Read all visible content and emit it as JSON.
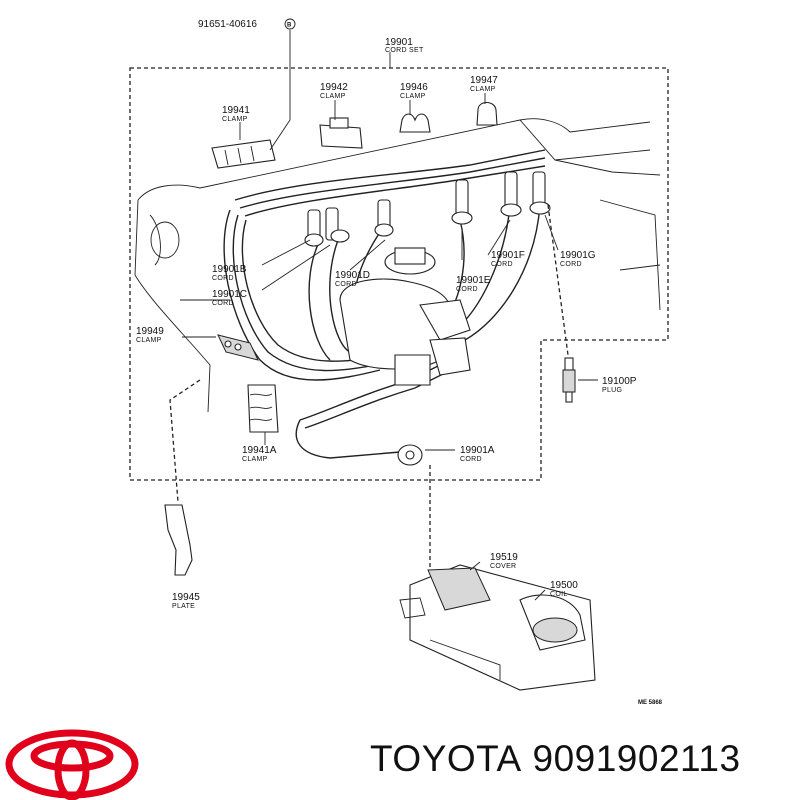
{
  "diagram": {
    "parts": [
      {
        "number": "91651-40616",
        "name": ""
      },
      {
        "number": "19901",
        "name": "CORD SET"
      },
      {
        "number": "19942",
        "name": "CLAMP"
      },
      {
        "number": "19946",
        "name": "CLAMP"
      },
      {
        "number": "19947",
        "name": "CLAMP"
      },
      {
        "number": "19941",
        "name": "CLAMP"
      },
      {
        "number": "19901B",
        "name": "CORD"
      },
      {
        "number": "19901C",
        "name": "CORD"
      },
      {
        "number": "19901D",
        "name": "CORD"
      },
      {
        "number": "19901E",
        "name": "CORD"
      },
      {
        "number": "19901F",
        "name": "CORD"
      },
      {
        "number": "19901G",
        "name": "CORD"
      },
      {
        "number": "19949",
        "name": "CLAMP"
      },
      {
        "number": "19100P",
        "name": "PLUG"
      },
      {
        "number": "19941A",
        "name": "CLAMP"
      },
      {
        "number": "19901A",
        "name": "CORD"
      },
      {
        "number": "19945",
        "name": "PLATE"
      },
      {
        "number": "19519",
        "name": "COVER"
      },
      {
        "number": "19500",
        "name": "COIL"
      }
    ],
    "callout_marker": "B",
    "code": "ME 5868"
  },
  "footer": {
    "brand": "TOYOTA",
    "part_number": "9091902113",
    "logo": "toyota-logo",
    "logo_color": "#e0001b"
  }
}
